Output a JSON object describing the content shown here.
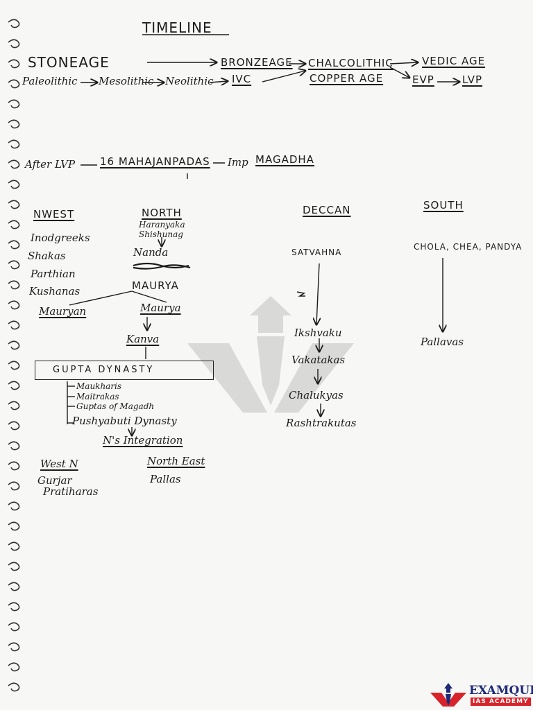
{
  "title": "TIMELINE",
  "row1": {
    "stoneage": "STONEAGE",
    "bronzeage": "BRONZEAGE",
    "chalcolithic": "CHALCOLITHIC",
    "vedic_age": "VEDIC AGE"
  },
  "row2": {
    "paleolithic": "Paleolithic",
    "mesolithic": "Mesolithic",
    "neolithic": "Neolithic",
    "ivc": "IVC",
    "copper_age": "COPPER AGE",
    "evp": "EVP",
    "lvp": "LVP"
  },
  "row3": {
    "after_lvp": "After LVP",
    "mahajanpadas": "16 MAHAJANPADAS",
    "imp": "Imp",
    "magadha": "MAGADHA"
  },
  "nwest": {
    "heading": "NWEST",
    "items": [
      "Inodgreeks",
      "Shakas",
      "Parthian",
      "Kushanas"
    ]
  },
  "north": {
    "heading": "NORTH",
    "haranyaka": "Haranyaka",
    "shishunag": "Shishunag",
    "nanda": "Nanda",
    "maurya_caps": "MAURYA",
    "mauryan_left": "Mauryan",
    "maurya_right": "Maurya",
    "kanva": "Kanva"
  },
  "gupta": {
    "label": "GUPTA DYNASTY",
    "subs": [
      "Maukharis",
      "Maitrakas",
      "Guptas of Magadh"
    ],
    "pushyabuti": "Pushyabuti Dynasty",
    "integration": "N's Integration"
  },
  "west_n": {
    "heading": "West N",
    "items": [
      "Gurjar",
      "Pratiharas"
    ]
  },
  "north_east": {
    "heading": "North East",
    "items": [
      "Pallas"
    ]
  },
  "deccan": {
    "heading": "DECCAN",
    "items": [
      "SATVAHNA",
      "Ikshvaku",
      "Vakatakas",
      "Chalukyas",
      "Rashtrakutas"
    ]
  },
  "south": {
    "heading": "SOUTH",
    "items": [
      "CHOLA, CHEA, PANDYA",
      "Pallavas"
    ]
  },
  "logo": {
    "name": "EXAMQUEST",
    "tagline": "IAS ACADEMY",
    "colors": {
      "primary": "#1f2a7a",
      "accent": "#d8232a"
    }
  }
}
